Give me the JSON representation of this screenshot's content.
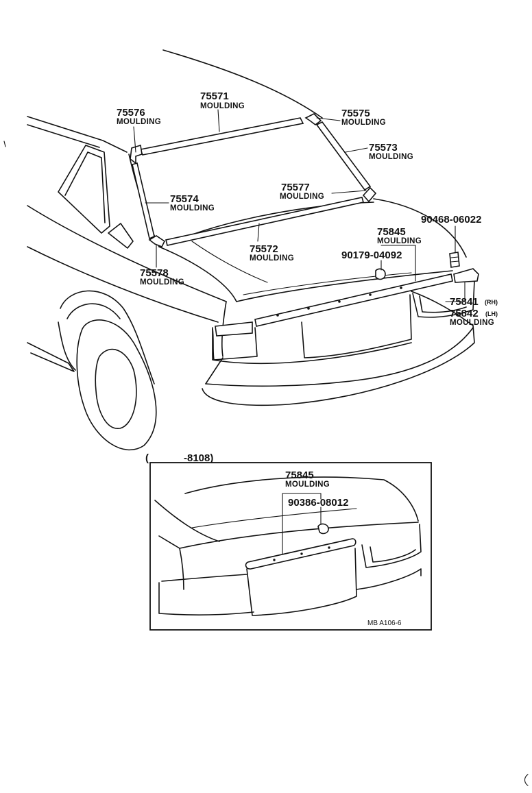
{
  "callouts": {
    "p75571": {
      "number": "75571",
      "label": "MOULDING"
    },
    "p75576": {
      "number": "75576",
      "label": "MOULDING"
    },
    "p75575": {
      "number": "75575",
      "label": "MOULDING"
    },
    "p75573": {
      "number": "75573",
      "label": "MOULDING"
    },
    "p75574": {
      "number": "75574",
      "label": "MOULDING"
    },
    "p75577": {
      "number": "75577",
      "label": "MOULDING"
    },
    "p75572": {
      "number": "75572",
      "label": "MOULDING"
    },
    "p75578": {
      "number": "75578",
      "label": "MOULDING"
    },
    "p75845": {
      "number": "75845",
      "label": "MOULDING"
    },
    "p90468": {
      "number": "90468-06022"
    },
    "p90179": {
      "number": "90179-04092"
    },
    "p75841": {
      "number": "75841",
      "side": "(RH)"
    },
    "p75842": {
      "number": "75842",
      "side": "(LH)",
      "label": "MOULDING"
    }
  },
  "inset": {
    "range_open": "(",
    "range": "-8108)",
    "p75845": {
      "number": "75845",
      "label": "MOULDING"
    },
    "p90386": {
      "number": "90386-08012"
    }
  },
  "figure_code": "MB A106-6"
}
